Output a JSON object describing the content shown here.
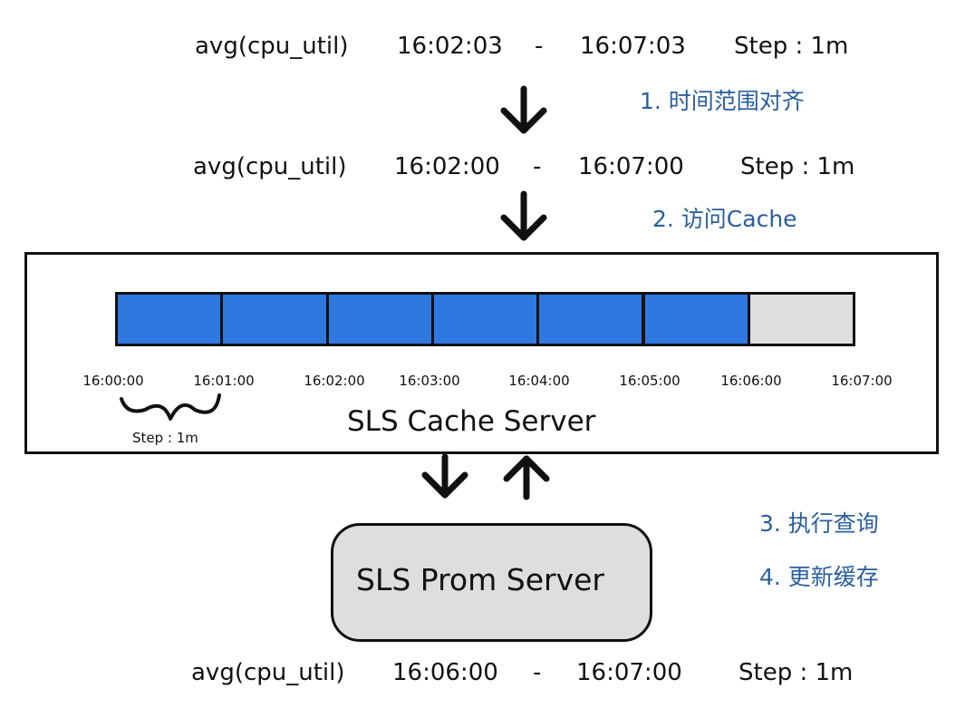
{
  "queries": [
    {
      "expr": "avg(cpu_util)",
      "start": "16:02:03",
      "dash": "-",
      "end": "16:07:03",
      "step": "Step : 1m"
    },
    {
      "expr": "avg(cpu_util)",
      "start": "16:02:00",
      "dash": "-",
      "end": "16:07:00",
      "step": "Step : 1m"
    },
    {
      "expr": "avg(cpu_util)",
      "start": "16:06:00",
      "dash": "-",
      "end": "16:07:00",
      "step": "Step : 1m"
    }
  ],
  "steps": [
    "1. 时间范围对齐",
    "2. 访问Cache",
    "3. 执行查询",
    "4. 更新缓存"
  ],
  "cache": {
    "title": "SLS Cache Server",
    "ticks": [
      "16:00:00",
      "16:01:00",
      "16:02:00",
      "16:03:00",
      "16:04:00",
      "16:05:00",
      "16:06:00",
      "16:07:00"
    ],
    "segments_cached": [
      true,
      true,
      true,
      true,
      true,
      true,
      false
    ],
    "step_label": "Step : 1m"
  },
  "prom": {
    "title": "SLS Prom Server"
  },
  "colors": {
    "cached": "#2f78e0",
    "missing": "#dedede",
    "label": "#2a5f9e"
  }
}
